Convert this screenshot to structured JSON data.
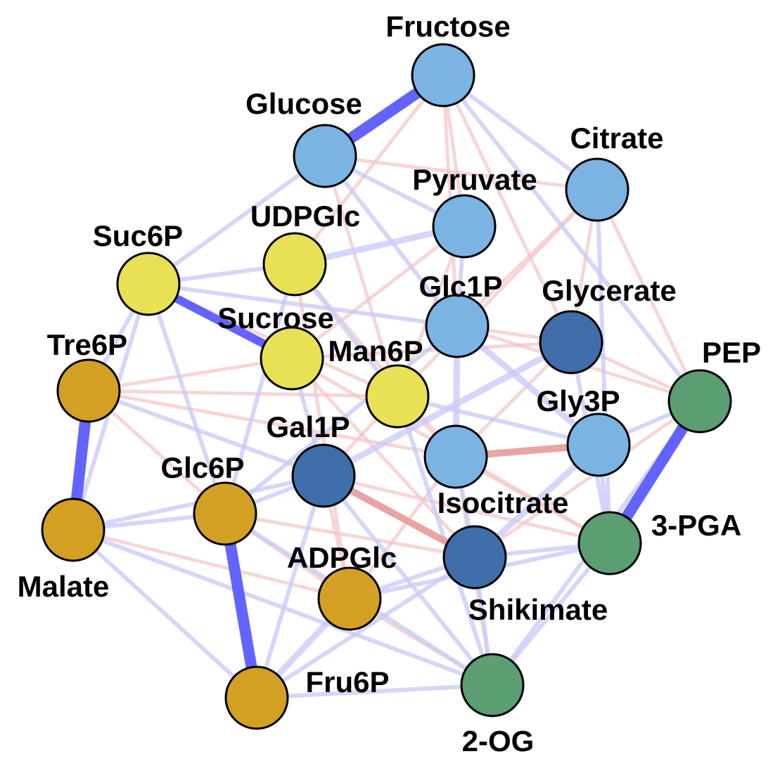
{
  "diagram": {
    "type": "correlation-network",
    "colors": {
      "hexose_group": "#7bb3e3",
      "phosphate_group": "#e8e055",
      "organic_acid_group": "#d4a024",
      "intermediate_group": "#3f6eaa",
      "amino_group": "#5a9e72",
      "positive_strong": "#5b5bff",
      "positive_weak": "#c8c8f8",
      "negative_weak": "#f4c4c4",
      "negative_strong": "#e89a9a"
    },
    "nodes": [
      {
        "id": "fructose",
        "label": "Fructose",
        "group": "hexose_group"
      },
      {
        "id": "glucose",
        "label": "Glucose",
        "group": "hexose_group"
      },
      {
        "id": "citrate",
        "label": "Citrate",
        "group": "hexose_group"
      },
      {
        "id": "pyruvate",
        "label": "Pyruvate",
        "group": "hexose_group"
      },
      {
        "id": "udpglc",
        "label": "UDPGlc",
        "group": "phosphate_group"
      },
      {
        "id": "suc6p",
        "label": "Suc6P",
        "group": "phosphate_group"
      },
      {
        "id": "glc1p",
        "label": "Glc1P",
        "group": "hexose_group"
      },
      {
        "id": "glycerate",
        "label": "Glycerate",
        "group": "intermediate_group"
      },
      {
        "id": "sucrose",
        "label": "Sucrose",
        "group": "phosphate_group"
      },
      {
        "id": "tre6p",
        "label": "Tre6P",
        "group": "organic_acid_group"
      },
      {
        "id": "man6p",
        "label": "Man6P",
        "group": "phosphate_group"
      },
      {
        "id": "pep",
        "label": "PEP",
        "group": "amino_group"
      },
      {
        "id": "gly3p",
        "label": "Gly3P",
        "group": "hexose_group"
      },
      {
        "id": "gal1p",
        "label": "Gal1P",
        "group": "intermediate_group"
      },
      {
        "id": "glc6p",
        "label": "Glc6P",
        "group": "organic_acid_group"
      },
      {
        "id": "isocitrate",
        "label": "Isocitrate",
        "group": "hexose_group"
      },
      {
        "id": "malate",
        "label": "Malate",
        "group": "organic_acid_group"
      },
      {
        "id": "pga",
        "label": "3-PGA",
        "group": "amino_group"
      },
      {
        "id": "adpglc",
        "label": "ADPGlc",
        "group": "organic_acid_group"
      },
      {
        "id": "shikimate",
        "label": "Shikimate",
        "group": "intermediate_group"
      },
      {
        "id": "fru6p",
        "label": "Fru6P",
        "group": "organic_acid_group"
      },
      {
        "id": "og",
        "label": "2-OG",
        "group": "amino_group"
      }
    ],
    "edges": [
      {
        "s": "fructose",
        "t": "glucose",
        "kind": "positive_strong",
        "w": 3
      },
      {
        "s": "tre6p",
        "t": "malate",
        "kind": "positive_strong",
        "w": 3
      },
      {
        "s": "glc6p",
        "t": "fru6p",
        "kind": "positive_strong",
        "w": 3
      },
      {
        "s": "pep",
        "t": "pga",
        "kind": "positive_strong",
        "w": 3
      },
      {
        "s": "suc6p",
        "t": "sucrose",
        "kind": "positive_strong",
        "w": 2
      },
      {
        "s": "adpglc",
        "t": "fru6p",
        "kind": "positive_weak",
        "w": 2
      },
      {
        "s": "glc1p",
        "t": "gly3p",
        "kind": "positive_weak",
        "w": 2
      },
      {
        "s": "glc1p",
        "t": "isocitrate",
        "kind": "positive_weak",
        "w": 2
      },
      {
        "s": "udpglc",
        "t": "pyruvate",
        "kind": "positive_weak",
        "w": 2
      },
      {
        "s": "glycerate",
        "t": "gal1p",
        "kind": "positive_weak",
        "w": 2
      },
      {
        "s": "gly3p",
        "t": "shikimate",
        "kind": "positive_weak",
        "w": 2
      },
      {
        "s": "isocitrate",
        "t": "gly3p",
        "kind": "negative_strong",
        "w": 2
      },
      {
        "s": "gal1p",
        "t": "shikimate",
        "kind": "negative_strong",
        "w": 2
      },
      {
        "s": "glucose",
        "t": "suc6p",
        "kind": "positive_weak",
        "w": 1
      },
      {
        "s": "glucose",
        "t": "pyruvate",
        "kind": "positive_weak",
        "w": 1
      },
      {
        "s": "glucose",
        "t": "glc1p",
        "kind": "positive_weak",
        "w": 1
      },
      {
        "s": "glucose",
        "t": "citrate",
        "kind": "negative_weak",
        "w": 1
      },
      {
        "s": "glucose",
        "t": "man6p",
        "kind": "negative_weak",
        "w": 1
      },
      {
        "s": "fructose",
        "t": "citrate",
        "kind": "positive_weak",
        "w": 1
      },
      {
        "s": "fructose",
        "t": "pyruvate",
        "kind": "negative_weak",
        "w": 1
      },
      {
        "s": "fructose",
        "t": "glc1p",
        "kind": "negative_weak",
        "w": 1
      },
      {
        "s": "fructose",
        "t": "glycerate",
        "kind": "negative_weak",
        "w": 1
      },
      {
        "s": "fructose",
        "t": "pep",
        "kind": "positive_weak",
        "w": 1
      },
      {
        "s": "fructose",
        "t": "udpglc",
        "kind": "negative_weak",
        "w": 1
      },
      {
        "s": "citrate",
        "t": "pga",
        "kind": "positive_weak",
        "w": 1
      },
      {
        "s": "citrate",
        "t": "pep",
        "kind": "negative_weak",
        "w": 1
      },
      {
        "s": "citrate",
        "t": "glycerate",
        "kind": "negative_weak",
        "w": 1
      },
      {
        "s": "citrate",
        "t": "man6p",
        "kind": "negative_weak",
        "w": 1
      },
      {
        "s": "citrate",
        "t": "glc1p",
        "kind": "negative_weak",
        "w": 1
      },
      {
        "s": "pyruvate",
        "t": "glc1p",
        "kind": "positive_weak",
        "w": 1
      },
      {
        "s": "pyruvate",
        "t": "man6p",
        "kind": "negative_weak",
        "w": 1
      },
      {
        "s": "pyruvate",
        "t": "sucrose",
        "kind": "negative_weak",
        "w": 1
      },
      {
        "s": "udpglc",
        "t": "suc6p",
        "kind": "positive_weak",
        "w": 1
      },
      {
        "s": "udpglc",
        "t": "man6p",
        "kind": "positive_weak",
        "w": 1
      },
      {
        "s": "udpglc",
        "t": "glc6p",
        "kind": "positive_weak",
        "w": 1
      },
      {
        "s": "udpglc",
        "t": "isocitrate",
        "kind": "negative_weak",
        "w": 1
      },
      {
        "s": "udpglc",
        "t": "adpglc",
        "kind": "negative_weak",
        "w": 1
      },
      {
        "s": "suc6p",
        "t": "tre6p",
        "kind": "positive_weak",
        "w": 1
      },
      {
        "s": "suc6p",
        "t": "glc1p",
        "kind": "positive_weak",
        "w": 1
      },
      {
        "s": "suc6p",
        "t": "glc6p",
        "kind": "positive_weak",
        "w": 1
      },
      {
        "s": "suc6p",
        "t": "man6p",
        "kind": "negative_weak",
        "w": 1
      },
      {
        "s": "suc6p",
        "t": "malate",
        "kind": "positive_weak",
        "w": 1
      },
      {
        "s": "sucrose",
        "t": "tre6p",
        "kind": "negative_weak",
        "w": 1
      },
      {
        "s": "sucrose",
        "t": "gal1p",
        "kind": "positive_weak",
        "w": 1
      },
      {
        "s": "sucrose",
        "t": "glycerate",
        "kind": "negative_weak",
        "w": 1
      },
      {
        "s": "sucrose",
        "t": "pga",
        "kind": "negative_weak",
        "w": 1
      },
      {
        "s": "sucrose",
        "t": "shikimate",
        "kind": "negative_weak",
        "w": 1
      },
      {
        "s": "tre6p",
        "t": "man6p",
        "kind": "negative_weak",
        "w": 1
      },
      {
        "s": "tre6p",
        "t": "gal1p",
        "kind": "positive_weak",
        "w": 1
      },
      {
        "s": "tre6p",
        "t": "glc6p",
        "kind": "negative_weak",
        "w": 1
      },
      {
        "s": "tre6p",
        "t": "isocitrate",
        "kind": "negative_weak",
        "w": 1
      },
      {
        "s": "man6p",
        "t": "gly3p",
        "kind": "positive_weak",
        "w": 1
      },
      {
        "s": "man6p",
        "t": "isocitrate",
        "kind": "negative_weak",
        "w": 1
      },
      {
        "s": "man6p",
        "t": "og",
        "kind": "positive_weak",
        "w": 1
      },
      {
        "s": "man6p",
        "t": "gal1p",
        "kind": "negative_weak",
        "w": 1
      },
      {
        "s": "glc1p",
        "t": "glycerate",
        "kind": "negative_weak",
        "w": 1
      },
      {
        "s": "glc1p",
        "t": "pep",
        "kind": "negative_weak",
        "w": 1
      },
      {
        "s": "glc1p",
        "t": "glc6p",
        "kind": "positive_weak",
        "w": 1
      },
      {
        "s": "glycerate",
        "t": "pep",
        "kind": "negative_weak",
        "w": 1
      },
      {
        "s": "glycerate",
        "t": "pga",
        "kind": "positive_weak",
        "w": 1
      },
      {
        "s": "glycerate",
        "t": "isocitrate",
        "kind": "negative_weak",
        "w": 1
      },
      {
        "s": "pep",
        "t": "gly3p",
        "kind": "positive_weak",
        "w": 1
      },
      {
        "s": "pep",
        "t": "og",
        "kind": "positive_weak",
        "w": 1
      },
      {
        "s": "pep",
        "t": "shikimate",
        "kind": "negative_weak",
        "w": 1
      },
      {
        "s": "gly3p",
        "t": "pga",
        "kind": "positive_weak",
        "w": 1
      },
      {
        "s": "gal1p",
        "t": "glc6p",
        "kind": "positive_weak",
        "w": 1
      },
      {
        "s": "gal1p",
        "t": "adpglc",
        "kind": "negative_weak",
        "w": 1
      },
      {
        "s": "gal1p",
        "t": "fru6p",
        "kind": "positive_weak",
        "w": 1
      },
      {
        "s": "gal1p",
        "t": "og",
        "kind": "positive_weak",
        "w": 1
      },
      {
        "s": "gal1p",
        "t": "pga",
        "kind": "negative_weak",
        "w": 1
      },
      {
        "s": "glc6p",
        "t": "malate",
        "kind": "positive_weak",
        "w": 1
      },
      {
        "s": "glc6p",
        "t": "adpglc",
        "kind": "negative_weak",
        "w": 1
      },
      {
        "s": "glc6p",
        "t": "shikimate",
        "kind": "negative_weak",
        "w": 1
      },
      {
        "s": "glc6p",
        "t": "og",
        "kind": "positive_weak",
        "w": 1
      },
      {
        "s": "isocitrate",
        "t": "pga",
        "kind": "negative_weak",
        "w": 1
      },
      {
        "s": "isocitrate",
        "t": "shikimate",
        "kind": "positive_weak",
        "w": 1
      },
      {
        "s": "isocitrate",
        "t": "adpglc",
        "kind": "negative_weak",
        "w": 1
      },
      {
        "s": "isocitrate",
        "t": "og",
        "kind": "negative_weak",
        "w": 1
      },
      {
        "s": "malate",
        "t": "fru6p",
        "kind": "positive_weak",
        "w": 1
      },
      {
        "s": "malate",
        "t": "adpglc",
        "kind": "negative_weak",
        "w": 1
      },
      {
        "s": "malate",
        "t": "og",
        "kind": "positive_weak",
        "w": 1
      },
      {
        "s": "malate",
        "t": "gal1p",
        "kind": "positive_weak",
        "w": 1
      },
      {
        "s": "pga",
        "t": "shikimate",
        "kind": "positive_weak",
        "w": 1
      },
      {
        "s": "pga",
        "t": "og",
        "kind": "positive_weak",
        "w": 1
      },
      {
        "s": "pga",
        "t": "adpglc",
        "kind": "positive_weak",
        "w": 1
      },
      {
        "s": "adpglc",
        "t": "shikimate",
        "kind": "positive_weak",
        "w": 1
      },
      {
        "s": "adpglc",
        "t": "og",
        "kind": "negative_weak",
        "w": 1
      },
      {
        "s": "shikimate",
        "t": "og",
        "kind": "positive_weak",
        "w": 1
      },
      {
        "s": "fru6p",
        "t": "og",
        "kind": "positive_weak",
        "w": 1
      },
      {
        "s": "fru6p",
        "t": "shikimate",
        "kind": "positive_weak",
        "w": 1
      }
    ]
  }
}
